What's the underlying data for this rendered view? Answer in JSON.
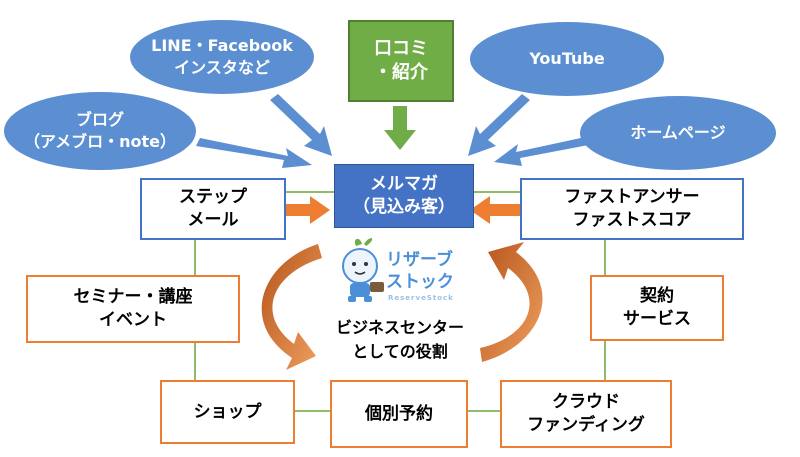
{
  "channels": {
    "line_fb": [
      "LINE・Facebook",
      "インスタなど"
    ],
    "blog": [
      "ブログ",
      "（アメブロ・note）"
    ],
    "kuchikomi": [
      "口コミ",
      "・紹介"
    ],
    "youtube": [
      "YouTube"
    ],
    "homepage": [
      "ホームページ"
    ]
  },
  "core": [
    "メルマガ",
    "（見込み客）"
  ],
  "step_mail": [
    "ステップ",
    "メール"
  ],
  "fast": [
    "ファストアンサー",
    "ファストスコア"
  ],
  "seminar": [
    "セミナー・講座",
    "イベント"
  ],
  "contract": [
    "契約",
    "サービス"
  ],
  "shop": [
    "ショップ"
  ],
  "reservation": [
    "個別予約"
  ],
  "crowdfunding": [
    "クラウド",
    "ファンディング"
  ],
  "logo": {
    "line1": "リザーブ",
    "line2": "ストック",
    "sub": "ReserveStock"
  },
  "center_label": [
    "ビジネスセンター",
    "としての役割"
  ],
  "colors": {
    "ellipse": "#5b8fd1",
    "blue": "#4472c4",
    "orange": "#ed7d31",
    "green": "#70ad47",
    "connector": "#8fbc6a",
    "cycle": "#c55a11"
  }
}
